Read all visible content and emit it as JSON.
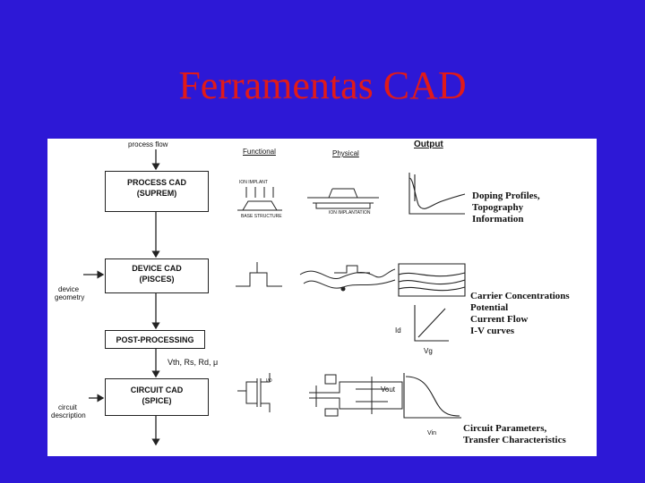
{
  "title": "Ferramentas CAD",
  "figure": {
    "inputs": {
      "process_flow": "process flow",
      "device_geometry": [
        "device",
        "geometry"
      ],
      "circuit_description": [
        "circuit",
        "description"
      ]
    },
    "boxes": {
      "process_cad": [
        "PROCESS CAD",
        "(SUPREM)"
      ],
      "device_cad": [
        "DEVICE CAD",
        "(PISCES)"
      ],
      "post_processing": "POST-PROCESSING",
      "circuit_cad": [
        "CIRCUIT CAD",
        "(SPICE)"
      ]
    },
    "params_label": "Vth, Rs, Rd, μ",
    "column_headers": {
      "functional": "Functional",
      "physical": "Physical",
      "output": "Output"
    },
    "small_labels": {
      "ion_implant": "ION IMPLANT",
      "functional_sub": "BASE STRUCTURE",
      "physical_sub": "ION IMPLANTATION",
      "id": "Id",
      "vg": "Vg",
      "vout": "Vout",
      "vin": "Vin",
      "transistor_label": "I/O"
    },
    "outputs": {
      "process": [
        "Doping Profiles,",
        "Topography",
        "Information"
      ],
      "device": [
        "Carrier Concentrations",
        "Potential",
        "Current Flow",
        "I-V  curves"
      ],
      "circuit": [
        "Circuit Parameters,",
        "Transfer Characteristics"
      ]
    }
  }
}
